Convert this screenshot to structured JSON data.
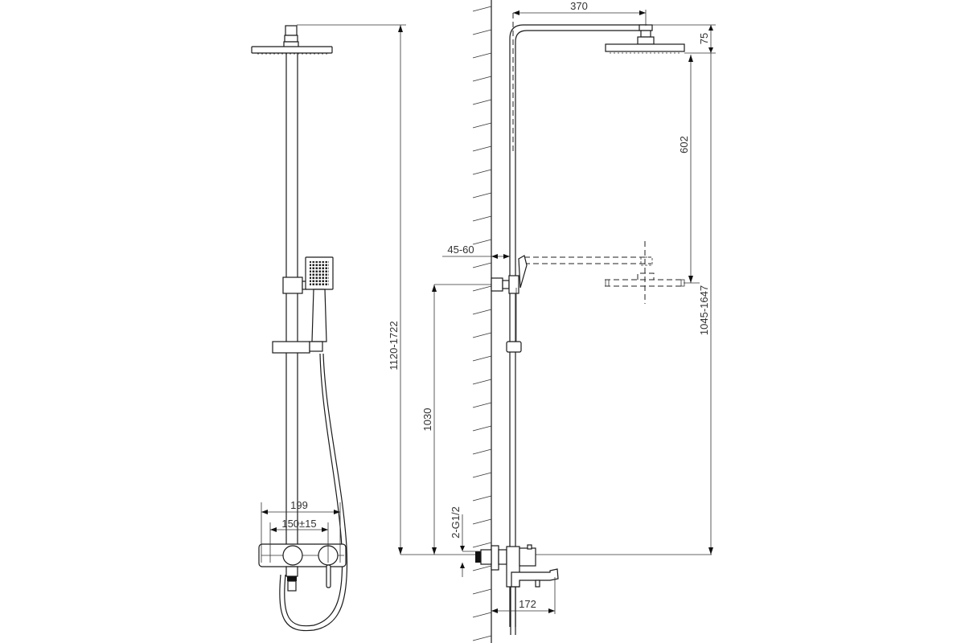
{
  "drawing": {
    "title": "Shower system dimension drawing",
    "views": [
      "front-view",
      "side-view"
    ],
    "dimensions": {
      "overhead_arm_reach": "370",
      "head_thickness": "75",
      "head_height_range_delta": "602",
      "wall_clearance": "45-60",
      "total_height_range": "1120-1722",
      "mixer_to_holder_height": "1030",
      "head_to_mixer_height": "1045-1647",
      "inlet_connection": "2-G1/2",
      "spout_projection": "172",
      "mixer_width": "199",
      "inlet_centers": "150±15"
    },
    "colors": {
      "line": "#1a1a1a",
      "background": "#ffffff"
    }
  }
}
